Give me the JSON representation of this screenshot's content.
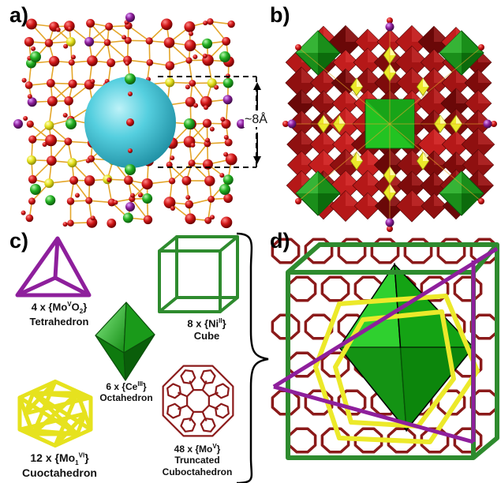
{
  "panels": {
    "a": "a)",
    "b": "b)",
    "c": "c)",
    "d": "d)"
  },
  "scale_label": "~8Å",
  "shapes": [
    {
      "count": "4 x {Mo",
      "ox": "V",
      "suffix": "O",
      "sub": "2",
      "close": "}",
      "name": "Tetrahedron",
      "color": "#8e1f9c"
    },
    {
      "count": "6 x {Ce",
      "ox": "III",
      "close": "}",
      "name": "Octahedron",
      "color": "#22b022"
    },
    {
      "count": "8 x {Ni",
      "ox": "II",
      "close": "}",
      "name": "Cube",
      "color": "#2e8b2e"
    },
    {
      "count": "12 x {Mo",
      "sub": "1",
      "ox": "VI",
      "close": "}",
      "name": "Cuoctahedron",
      "color": "#ece92a"
    },
    {
      "count": "48 x {Mo",
      "ox": "V",
      "close": "}",
      "name": "Truncated",
      "name2": "Cuboctahedron",
      "color": "#8b1a1a"
    }
  ],
  "colors": {
    "cage_sphere": "#4fc9d9",
    "oxygen": "#d31414",
    "mo_polyhedra": "#9e1212",
    "ni": "#1c8c1c",
    "yellow": "#e6e21e",
    "purple": "#8e1f9c",
    "bond": "#e4a62a"
  }
}
